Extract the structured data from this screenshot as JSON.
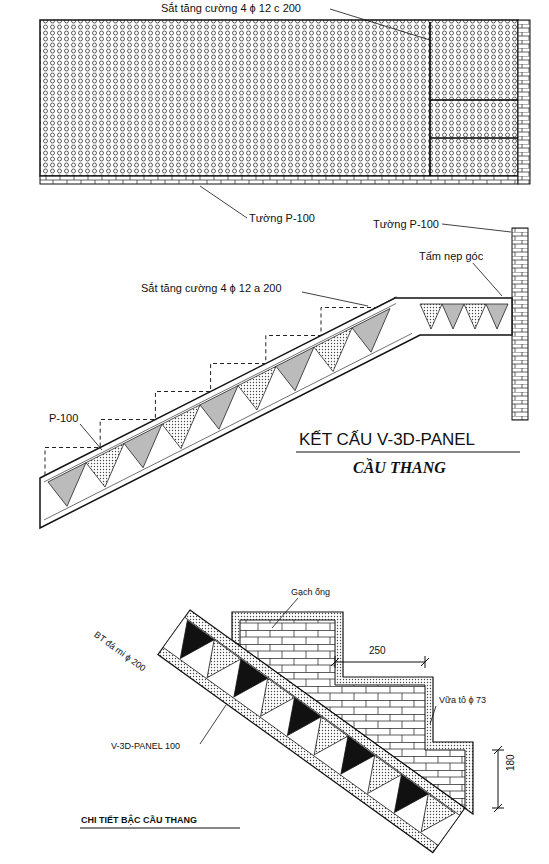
{
  "diagram": {
    "title": "KẾT CẤU V-3D-PANEL",
    "labels": [
      "Sắt tăng cường 4 ϕ 12 c 200",
      "Tường P-100",
      "Tường P-100",
      "Tấm nẹp góc",
      "Sắt tăng cường 4 ϕ 12 a 200",
      "P-100",
      "CẦU THANG",
      "Gạch ống",
      "250",
      "BT đá mi ϕ 200",
      "Vữa tô ϕ 73",
      "V-3D-PANEL 100",
      "180",
      "CHI TIẾT BẬC CẦU THANG"
    ]
  }
}
